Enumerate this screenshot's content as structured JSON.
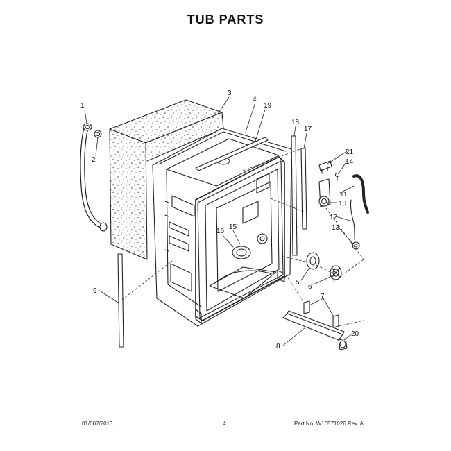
{
  "header": {
    "title": "TUB PARTS"
  },
  "callouts": [
    "1",
    "2",
    "3",
    "4",
    "19",
    "18",
    "17",
    "21",
    "14",
    "11",
    "10",
    "12",
    "13",
    "16",
    "15",
    "9",
    "5",
    "6",
    "7",
    "8",
    "20"
  ],
  "footer": {
    "date": "01/007/2013",
    "page": "4",
    "part_no": "Part No. W10571026 Rev. A"
  }
}
